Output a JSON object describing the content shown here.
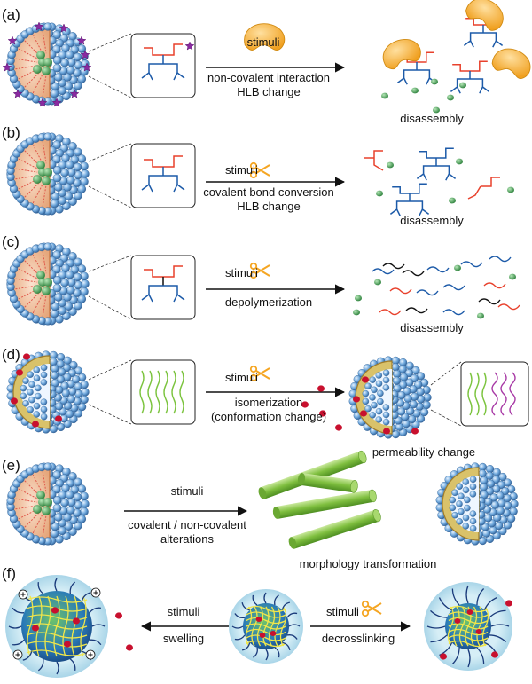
{
  "panels": [
    {
      "label": "(a)",
      "arrow_lines": [
        "non-covalent interaction",
        "HLB change"
      ],
      "stimuli": "stimuli",
      "result": "disassembly"
    },
    {
      "label": "(b)",
      "arrow_lines": [
        "covalent bond conversion",
        "HLB change"
      ],
      "stimuli": "stimuli",
      "result": "disassembly"
    },
    {
      "label": "(c)",
      "arrow_lines": [
        "depolymerization"
      ],
      "stimuli": "stimuli",
      "result": "disassembly"
    },
    {
      "label": "(d)",
      "arrow_lines": [
        "isomerization",
        "(conformation change)"
      ],
      "stimuli": "stimuli",
      "result": "permeability change"
    },
    {
      "label": "(e)",
      "arrow_lines": [
        "covalent / non-covalent",
        "alterations"
      ],
      "stimuli": "stimuli",
      "result": "morphology transformation"
    },
    {
      "label": "(f)",
      "left_arrow": {
        "stimuli": "stimuli",
        "action": "swelling"
      },
      "right_arrow": {
        "stimuli": "stimuli",
        "action": "decrosslinking"
      }
    }
  ],
  "colors": {
    "bead": "#6fa8dc",
    "bead_edge": "#2f5f96",
    "core": "#f6c7a6",
    "chain_red": "#e8412c",
    "chain_blue": "#1c5aa8",
    "cargo_green": "#3a9a4a",
    "stimulus_orange": "#f5a623",
    "rod_green": "#7fbf3f",
    "dot_red": "#c8102e"
  },
  "icons": [
    "star-icon",
    "scissors-icon",
    "stimulus-blob-icon"
  ]
}
